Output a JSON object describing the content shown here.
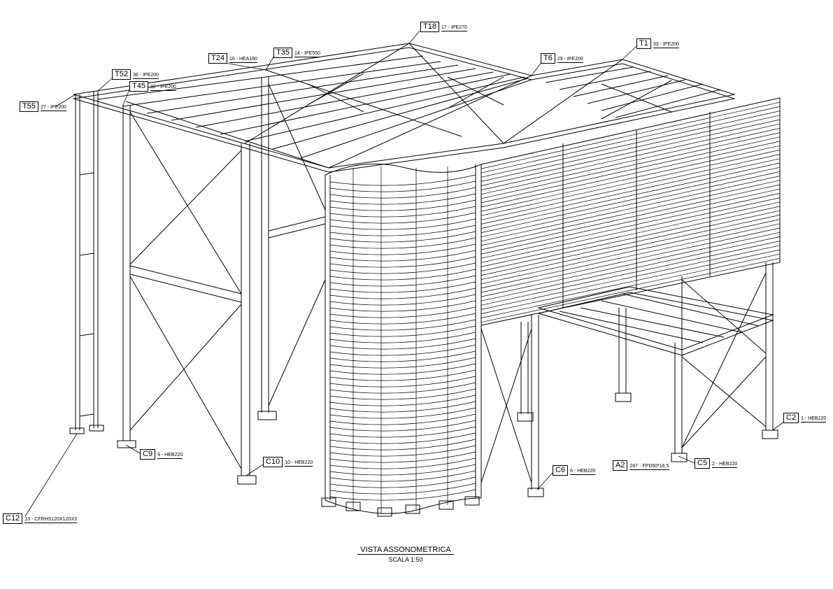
{
  "labels": [
    {
      "code": "T18",
      "desc": "17 - IPE270"
    },
    {
      "code": "T1",
      "desc": "33 - IPE200"
    },
    {
      "code": "T24",
      "desc": "16 - HEA160"
    },
    {
      "code": "T35",
      "desc": "14 - IPE550"
    },
    {
      "code": "T6",
      "desc": "29 - IPE200"
    },
    {
      "code": "T52",
      "desc": "36 - IPE200"
    },
    {
      "code": "T45",
      "desc": "32 - IPE200"
    },
    {
      "code": "T55",
      "desc": "27 - IPE200"
    },
    {
      "code": "C2",
      "desc": "1 - HEB220"
    },
    {
      "code": "C9",
      "desc": "9 - HEB220"
    },
    {
      "code": "C10",
      "desc": "10 - HEB220"
    },
    {
      "code": "C6",
      "desc": "6 - HEB220"
    },
    {
      "code": "A2",
      "desc": "287 - FPD50*16.5"
    },
    {
      "code": "C5",
      "desc": "2 - HEB220"
    },
    {
      "code": "C12",
      "desc": "13 - CFRHS120X120X3"
    }
  ],
  "title": {
    "main": "VISTA ASSONOMETRICA",
    "scale": "SCALA  1:50"
  }
}
